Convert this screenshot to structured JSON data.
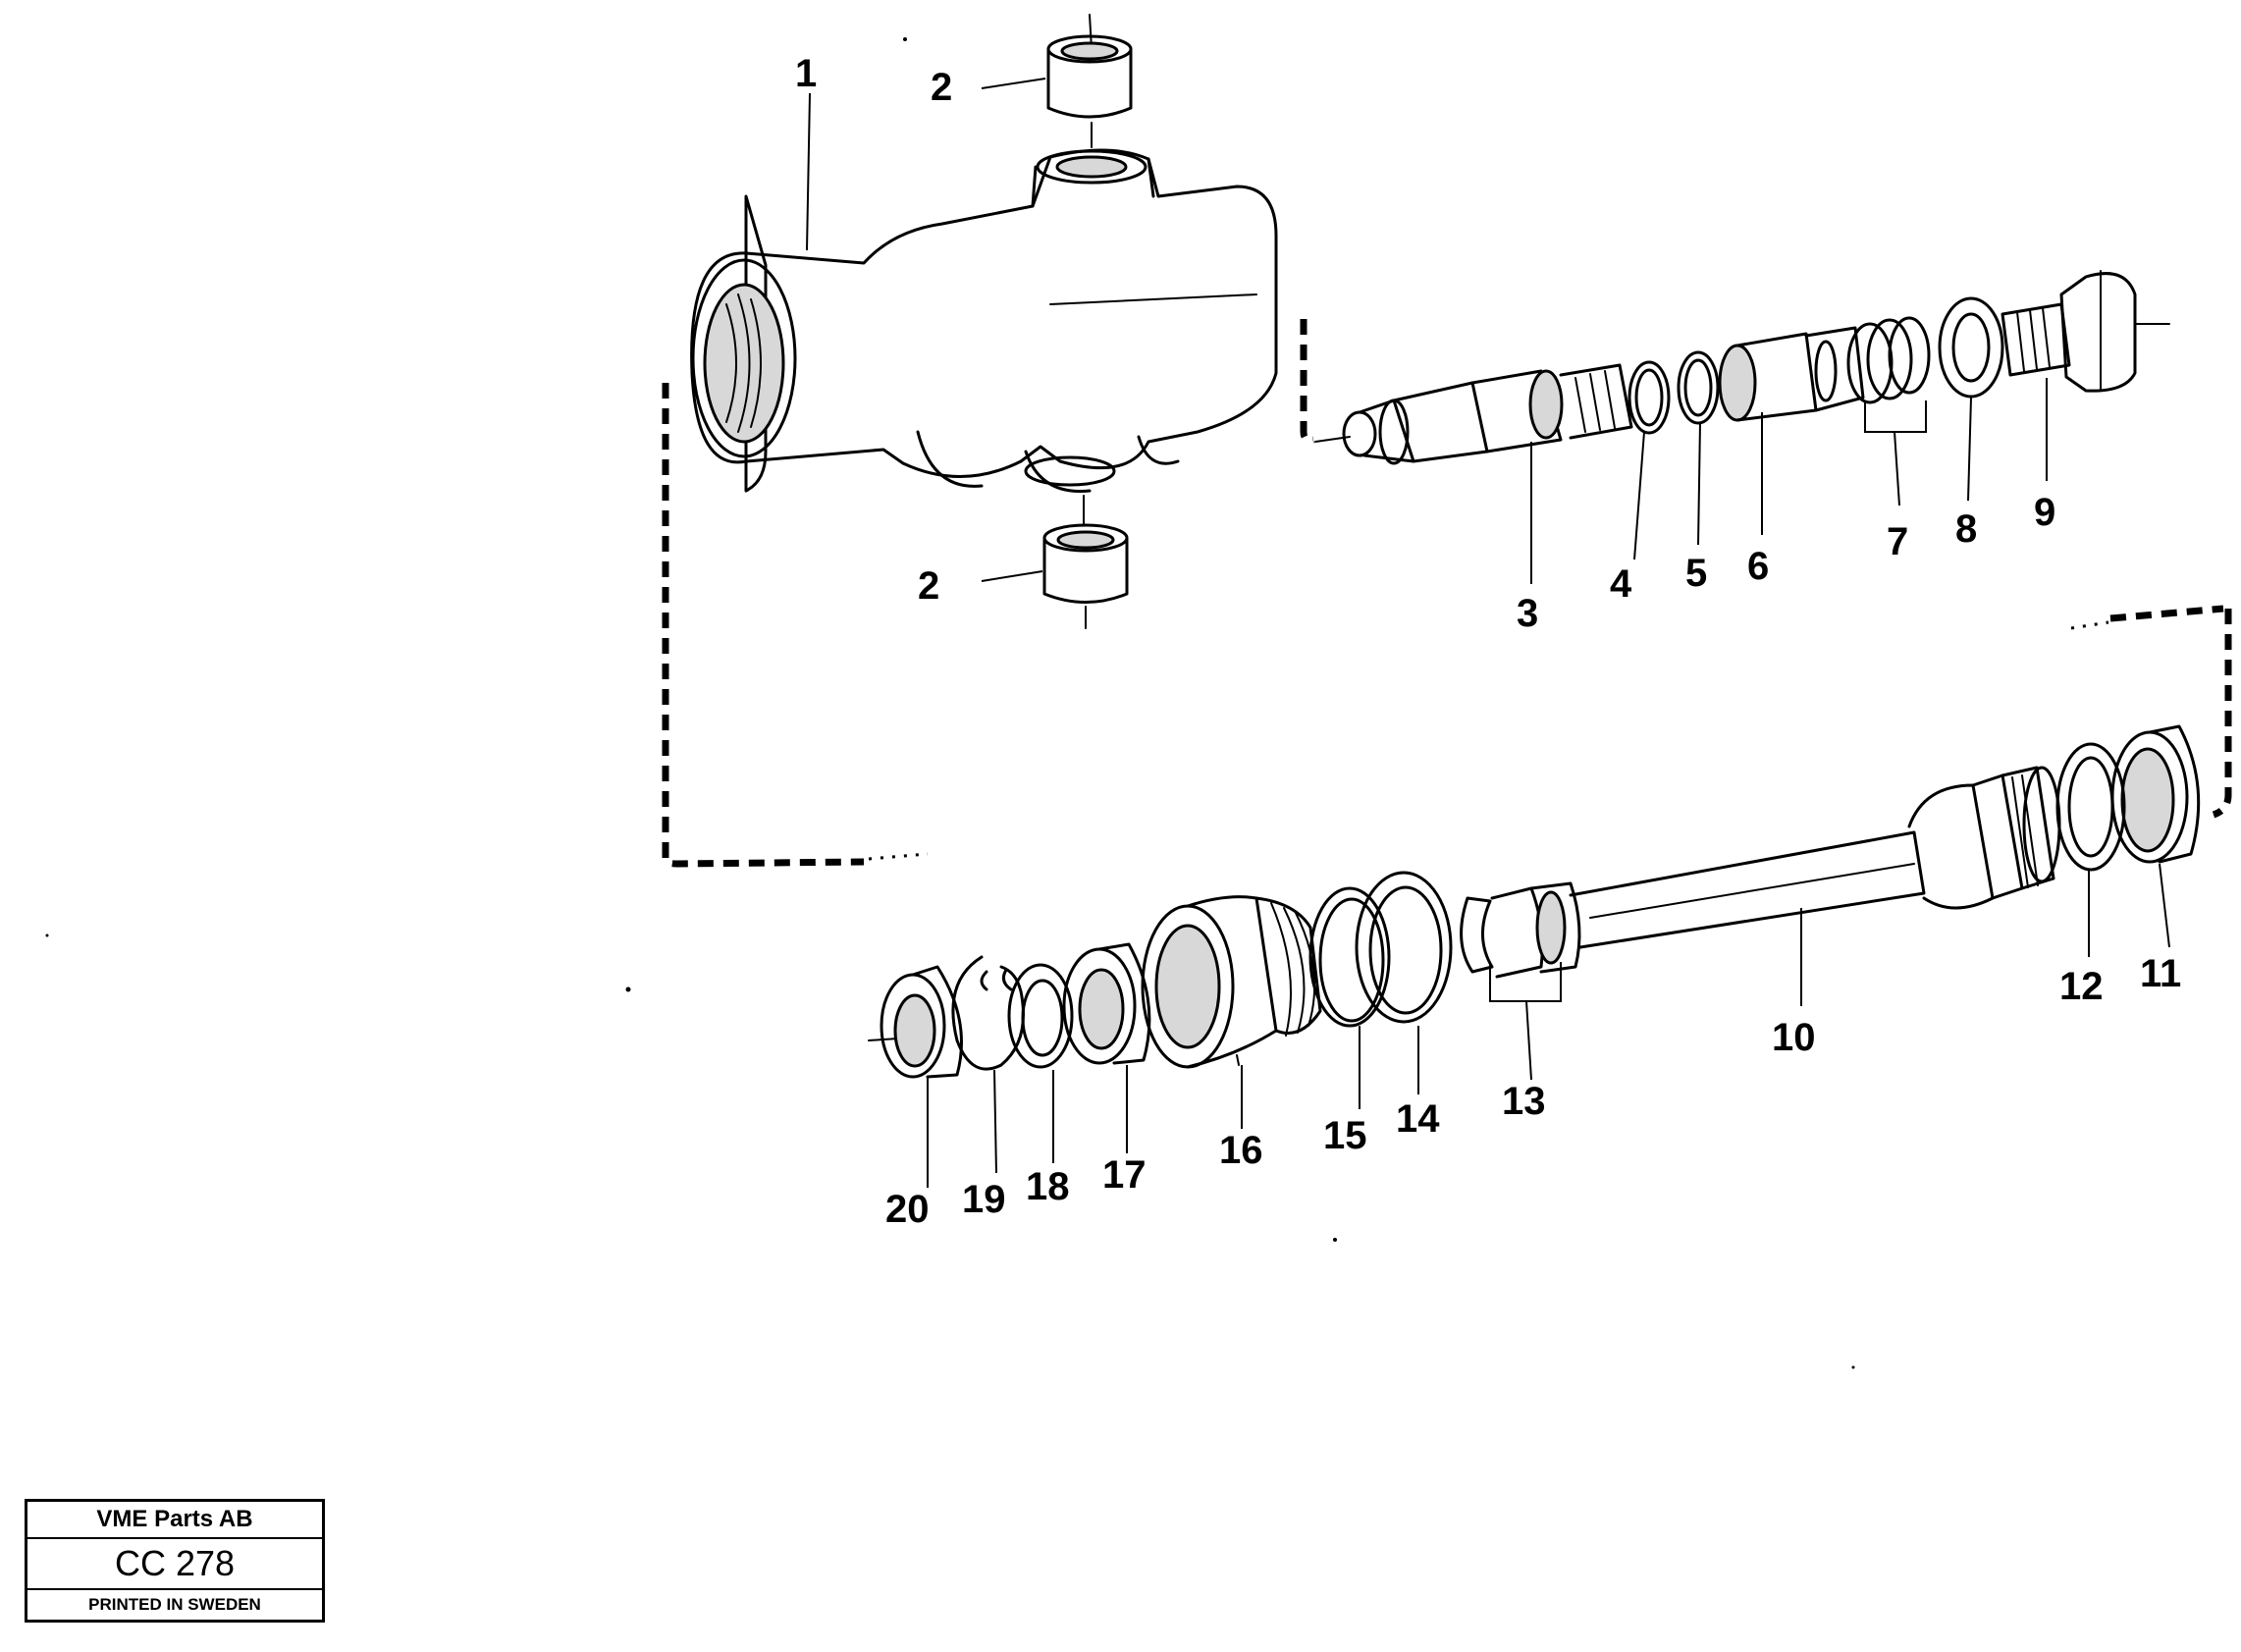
{
  "title_block": {
    "company": "VME Parts AB",
    "code": "CC 278",
    "printed": "PRINTED IN SWEDEN"
  },
  "callouts": {
    "c1": "1",
    "c2a": "2",
    "c2b": "2",
    "c3": "3",
    "c4": "4",
    "c5": "5",
    "c6": "6",
    "c7": "7",
    "c8": "8",
    "c9": "9",
    "c10": "10",
    "c11": "11",
    "c12": "12",
    "c13": "13",
    "c14": "14",
    "c15": "15",
    "c16": "16",
    "c17": "17",
    "c18": "18",
    "c19": "19",
    "c20": "20"
  }
}
